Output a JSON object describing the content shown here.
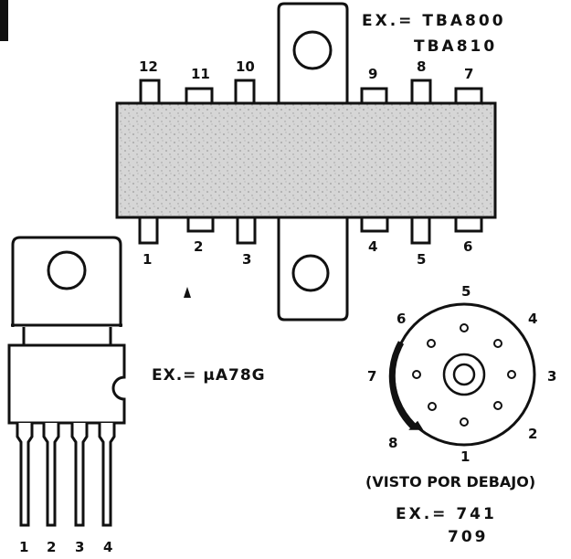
{
  "dip_package": {
    "example_line1": "EX.= TBA800",
    "example_line2": "TBA810",
    "top_pins": [
      "12",
      "11",
      "10",
      "9",
      "8",
      "7"
    ],
    "bottom_pins": [
      "1",
      "2",
      "3",
      "4",
      "5",
      "6"
    ]
  },
  "power_package": {
    "example": "EX.= μA78G",
    "pins": [
      "1",
      "2",
      "3",
      "4"
    ]
  },
  "round_package": {
    "pins": [
      "1",
      "2",
      "3",
      "4",
      "5",
      "6",
      "7",
      "8"
    ],
    "note": "(VISTO POR DEBAJO)",
    "example_line1": "EX.= 741",
    "example_line2": "709"
  },
  "colors": {
    "ink": "#111111",
    "body_fill": "#d4d4d4",
    "paper": "#ffffff"
  }
}
